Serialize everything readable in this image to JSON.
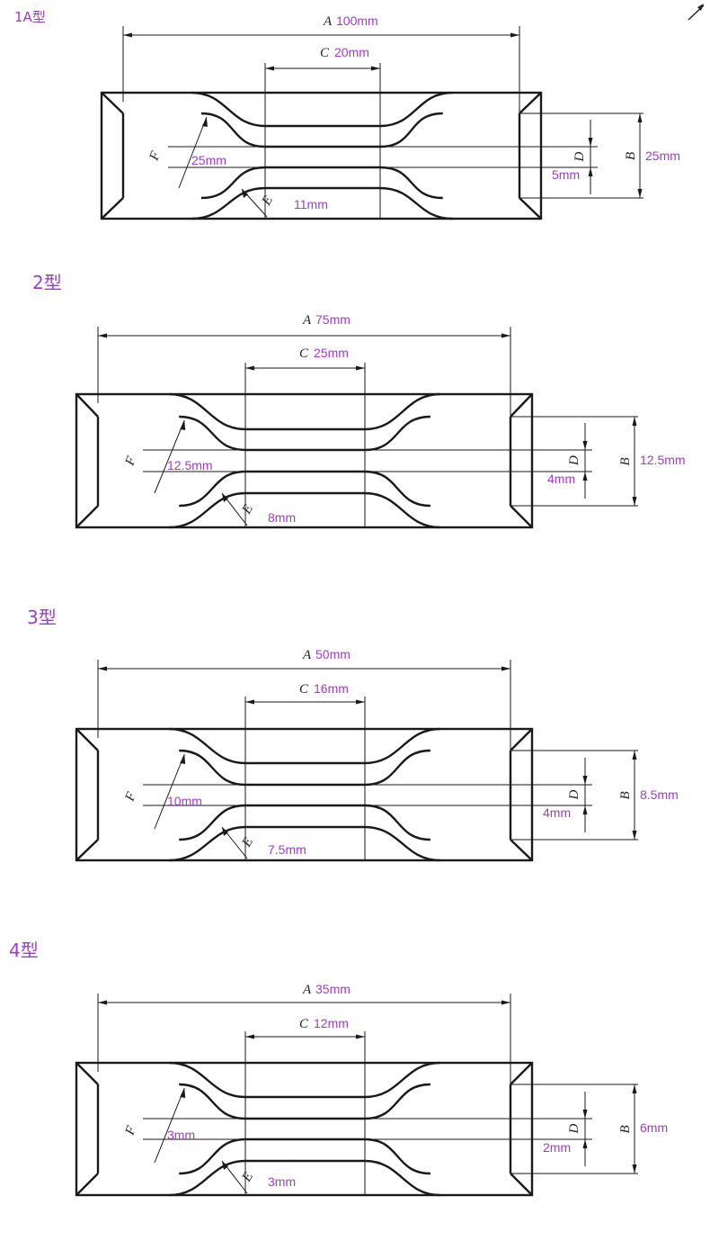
{
  "colors": {
    "label": "#a03cc4",
    "line": "#1a1a1a",
    "background": "#ffffff"
  },
  "corner_mark": "arrow-icon",
  "specimens": [
    {
      "type": "1A型",
      "A": "100mm",
      "C": "20mm",
      "F": "25mm",
      "E": "11mm",
      "D": "5mm",
      "B": "25mm"
    },
    {
      "type": "2型",
      "A": "75mm",
      "C": "25mm",
      "F": "12.5mm",
      "E": "8mm",
      "D": "4mm",
      "B": "12.5mm"
    },
    {
      "type": "3型",
      "A": "50mm",
      "C": "16mm",
      "F": "10mm",
      "E": "7.5mm",
      "D": "4mm",
      "B": "8.5mm"
    },
    {
      "type": "4型",
      "A": "35mm",
      "C": "12mm",
      "F": "3mm",
      "E": "3mm",
      "D": "2mm",
      "B": "6mm"
    }
  ],
  "dimension_letters": {
    "A": "A",
    "B": "B",
    "C": "C",
    "D": "D",
    "E": "E",
    "F": "F"
  }
}
